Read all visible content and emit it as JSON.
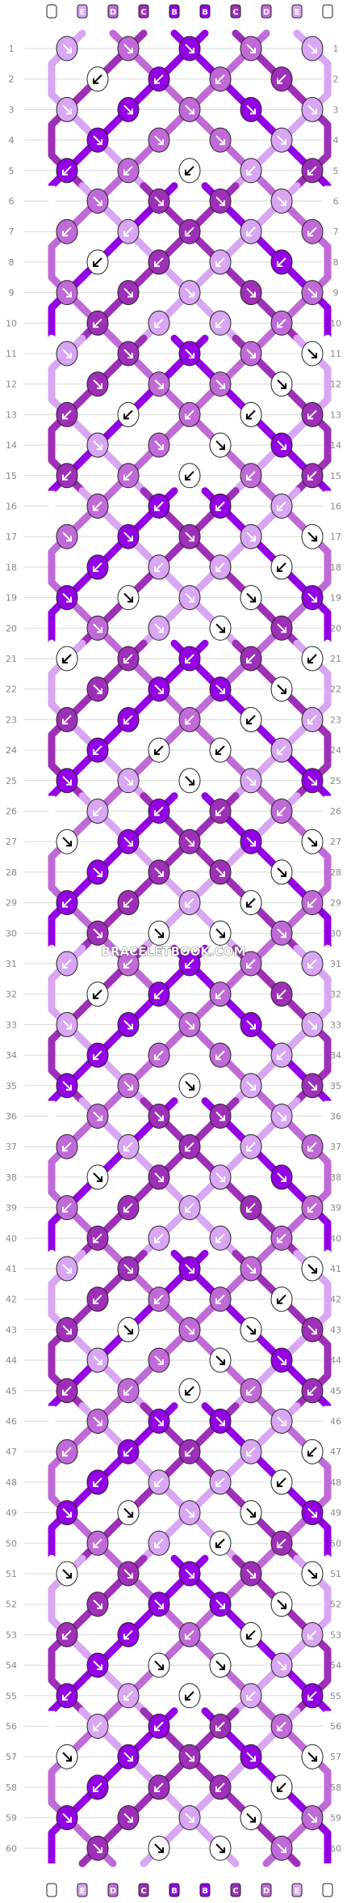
{
  "watermark": "BRACELETBOOK.COM",
  "strand_letters": [
    "A",
    "E",
    "D",
    "C",
    "B",
    "B",
    "C",
    "D",
    "E",
    "A"
  ],
  "row_count": 60,
  "colors": {
    "A": "#ffffff",
    "B": "#9400e6",
    "C": "#9e2fb8",
    "D": "#c06ad8",
    "E": "#d8a6f2",
    "stroke": "#222222",
    "grid": "#d9d9d9"
  },
  "icons": {
    "knot_arrow": "diagonal-arrow-icon",
    "strand": "thread-segment"
  }
}
